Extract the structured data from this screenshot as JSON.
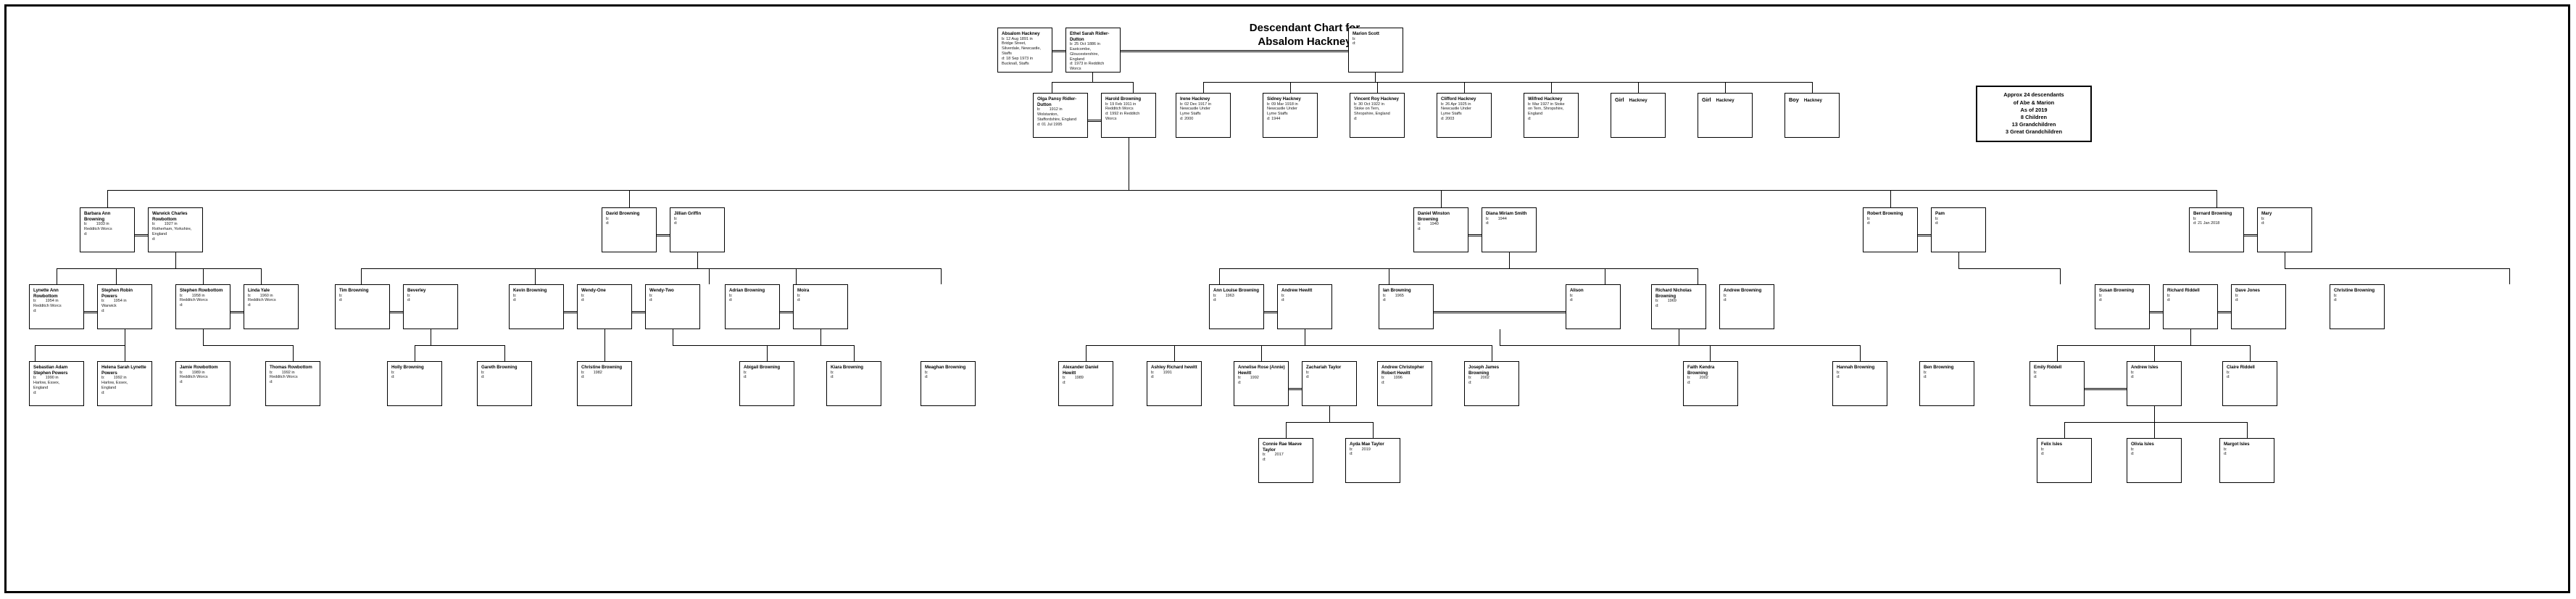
{
  "chart": {
    "title_line1": "Descendant Chart for",
    "title_line2": "Absalom Hackney"
  },
  "summary": {
    "lines": [
      "Approx 24 descendants",
      "of Abe & Marion",
      "As of 2019",
      "8 Children",
      "13 Grandchildren",
      "3 Great Grandchildren"
    ]
  },
  "people": {
    "absalom": {
      "name": "Absalom Hackney",
      "b": "b: 12 Aug 1891 in\nBridge Street,\nSilverdale, Newcastle,\nStaffs",
      "d": "d: 18 Sep 1973 in\nBucknall, Staffs"
    },
    "ethel": {
      "name": "Ethel Sarah Ridler-\nDutton",
      "b": "b: 25 Oct 1886 in\nEastcombe,\nGloucestershire,\nEngland",
      "d": "d: 1973 in Redditch\nWorcs"
    },
    "marion": {
      "name": "Marion Scott",
      "b": "b:",
      "d": "d:"
    },
    "olga": {
      "name": "Olga Pansy Ridler-\nDutton",
      "b": "b:        1912 in\nWolstanton,\nStaffordshire, England",
      "d": "d: 01 Jul 1995"
    },
    "harold": {
      "name": "Harold Browning",
      "b": "b: 19 Feb 1911 in\nRedditch Worcs",
      "d": "d: 1992 in Redditch\nWorcs"
    },
    "irene": {
      "name": "Irene Hackney",
      "b": "b: 02 Dec 1917 in\nNewcastle Under\nLyme Staffs",
      "d": "d: 2000"
    },
    "sidney": {
      "name": "Sidney Hackney",
      "b": "b: 09 Mar 1918 in\nNewcastle Under\nLyme Staffs",
      "d": "d: 1944"
    },
    "vincent": {
      "name": "Vincent Roy\nHackney",
      "b": "b: 30 Oct 1922 in\nStoke on Tern,\nShropshire, England",
      "d": "d:"
    },
    "clifford": {
      "name": "Clifford Hackney",
      "b": "b: 26 Apr 1925 in\nNewcastle Under\nLyme Staffs",
      "d": "d: 2003"
    },
    "wilfred": {
      "name": "Wilfred Hackney",
      "b": "b: Mar 1927 in Stoke\non Tern, Shropshire,\nEngland",
      "d": "d:"
    },
    "girl1": {
      "first": "Girl",
      "surname": "Hackney"
    },
    "girl2": {
      "first": "Girl",
      "surname": "Hackney"
    },
    "boy1": {
      "first": "Boy",
      "surname": "Hackney"
    },
    "barbara": {
      "name": "Barbara Ann\nBrowning",
      "b": "b:        1933 in\nRedditch Worcs",
      "d": "d:"
    },
    "warwick": {
      "name": "Warwick Charles\nRowbottom",
      "b": "b:        1927 in\nRotherham, Yorkshire,\nEngland",
      "d": "d:"
    },
    "davidb": {
      "name": "David Browning",
      "b": "b:",
      "d": "d:"
    },
    "jillian": {
      "name": "Jillian Griffin",
      "b": "b:",
      "d": "d:"
    },
    "danielw": {
      "name": "Daniel Winston\nBrowning",
      "b": "b:        1940",
      "d": "d:"
    },
    "diana": {
      "name": "Diana Miriam Smith",
      "b": "b:        1944",
      "d": "d:"
    },
    "robertb": {
      "name": "Robert Browning",
      "b": "b:",
      "d": "d:"
    },
    "pam": {
      "name": "Pam",
      "b": "b:",
      "d": "d:"
    },
    "bernard": {
      "name": "Bernard Browning",
      "b": "b:",
      "d": "d: 21 Jan 2018"
    },
    "mary": {
      "name": "Mary",
      "b": "b:",
      "d": "d:"
    },
    "lynette": {
      "name": "Lynette Ann\nRowbottom",
      "b": "b:        1954 in\nRedditch Worcs",
      "d": "d:"
    },
    "stephenp": {
      "name": "Stephen Robin\nPowers",
      "b": "b:        1954 in\nWarwick",
      "d": "d:"
    },
    "stephenr": {
      "name": "Stephen Rowbottom",
      "b": "b:        1958 in\nRedditch Worcs",
      "d": "d:"
    },
    "lindayale": {
      "name": "Linda Yale",
      "b": "b:        1960 in\nRedditch Worcs",
      "d": "d:"
    },
    "timb": {
      "name": "Tim Browning",
      "b": "b:",
      "d": "d:"
    },
    "beverley": {
      "name": "Beverley",
      "b": "b:",
      "d": "d:"
    },
    "kevinb": {
      "name": "Kevin Browning",
      "b": "b:",
      "d": "d:"
    },
    "wendy1": {
      "name": "Wendy-One",
      "b": "b:",
      "d": "d:"
    },
    "wendy2": {
      "name": "Wendy-Two",
      "b": "b:",
      "d": "d:"
    },
    "adrianb": {
      "name": "Adrian Browning",
      "b": "b:",
      "d": "d:"
    },
    "moira": {
      "name": "Moira",
      "b": "b:",
      "d": "d:"
    },
    "annlouise": {
      "name": "Ann Louise\nBrowning",
      "b": "b:        1963",
      "d": "d:"
    },
    "andrewh": {
      "name": "Andrew Hewitt",
      "b": "b:",
      "d": "d:"
    },
    "ianb": {
      "name": "Ian Browning",
      "b": "b:        1965",
      "d": "d:"
    },
    "alison": {
      "name": "Alison",
      "b": "b:",
      "d": "d:"
    },
    "richardn": {
      "name": "Richard Nicholas\nBrowning",
      "b": "b:        1969",
      "d": "d:"
    },
    "andrewb": {
      "name": "Andrew Browning",
      "b": "b:",
      "d": "d:"
    },
    "susanb": {
      "name": "Susan Browning",
      "b": "b:",
      "d": "d:"
    },
    "richardr": {
      "name": "Richard Riddell",
      "b": "b:",
      "d": "d:"
    },
    "davejones": {
      "name": "Dave Jones",
      "b": "b:",
      "d": "d:"
    },
    "christineb": {
      "name": "Christine Browning",
      "b": "b:",
      "d": "d:"
    },
    "sebastian": {
      "name": "Sebastian Adam\nStephen Powers",
      "b": "b:        1990 in\nHarlow, Essex,\nEngland",
      "d": "d:"
    },
    "helena": {
      "name": "Helena Sarah\nLynette Powers",
      "b": "b:        1992 in\nHarlow, Essex,\nEngland",
      "d": "d:"
    },
    "jamier": {
      "name": "Jamie Rowbottom",
      "b": "b:        1989 in\nRedditch Worcs",
      "d": "d:"
    },
    "thomasr": {
      "name": "Thomas Rowbottom",
      "b": "b:        1992 in\nRedditch Worcs",
      "d": "d:"
    },
    "hollyb": {
      "name": "Holly Browning",
      "b": "b:",
      "d": "d:"
    },
    "garethb": {
      "name": "Gareth Browning",
      "b": "b:",
      "d": "d:"
    },
    "christineb2": {
      "name": "Christine Browning",
      "b": "b:        1982",
      "d": "d:"
    },
    "abigailb": {
      "name": "Abigail Browning",
      "b": "b:",
      "d": "d:"
    },
    "kiarab": {
      "name": "Kiara Browning",
      "b": "b:",
      "d": "d:"
    },
    "meaghanb": {
      "name": "Meaghan Browning",
      "b": "b:",
      "d": "d:"
    },
    "alexander": {
      "name": "Alexander Daniel\nHewitt",
      "b": "b:        1989",
      "d": "d:"
    },
    "ashley": {
      "name": "Ashley Richard\nhewitt",
      "b": "b:        1991",
      "d": "d:"
    },
    "annelise": {
      "name": "Annelise Rose\n(Annie) Hewitt",
      "b": "b:        1992",
      "d": "d:"
    },
    "zachariah": {
      "name": "Zachariah Taylor",
      "b": "b:",
      "d": "d:"
    },
    "andrewc": {
      "name": "Andrew Christopher\nRobert Hewitt",
      "b": "b:        1996",
      "d": "d:"
    },
    "josephj": {
      "name": "Joseph James\nBrowning",
      "b": "b:        2002",
      "d": "d:"
    },
    "faithk": {
      "name": "Faith Kendra\nBrowning",
      "b": "b:        2002",
      "d": "d:"
    },
    "hannahb": {
      "name": "Hannah Browning",
      "b": "b:",
      "d": "d:"
    },
    "benb": {
      "name": "Ben Browning",
      "b": "b:",
      "d": "d:"
    },
    "emilyr": {
      "name": "Emily Riddell",
      "b": "b:",
      "d": "d:"
    },
    "andrewi": {
      "name": "Andrew Isles",
      "b": "b:",
      "d": "d:"
    },
    "clairer": {
      "name": "Claire Riddell",
      "b": "b:",
      "d": "d:"
    },
    "connie": {
      "name": "Connie Rae Maeve\nTaylor",
      "b": "b:        2017",
      "d": "d:"
    },
    "ayda": {
      "name": "Ayda Mae Taylor",
      "b": "b:        2019",
      "d": "d:"
    },
    "felix": {
      "name": "Felix Isles",
      "b": "b:",
      "d": "d:"
    },
    "olivia": {
      "name": "Olivia Isles",
      "b": "b:",
      "d": "d:"
    },
    "margot": {
      "name": "Margot Isles",
      "b": "b:",
      "d": "d:"
    }
  }
}
